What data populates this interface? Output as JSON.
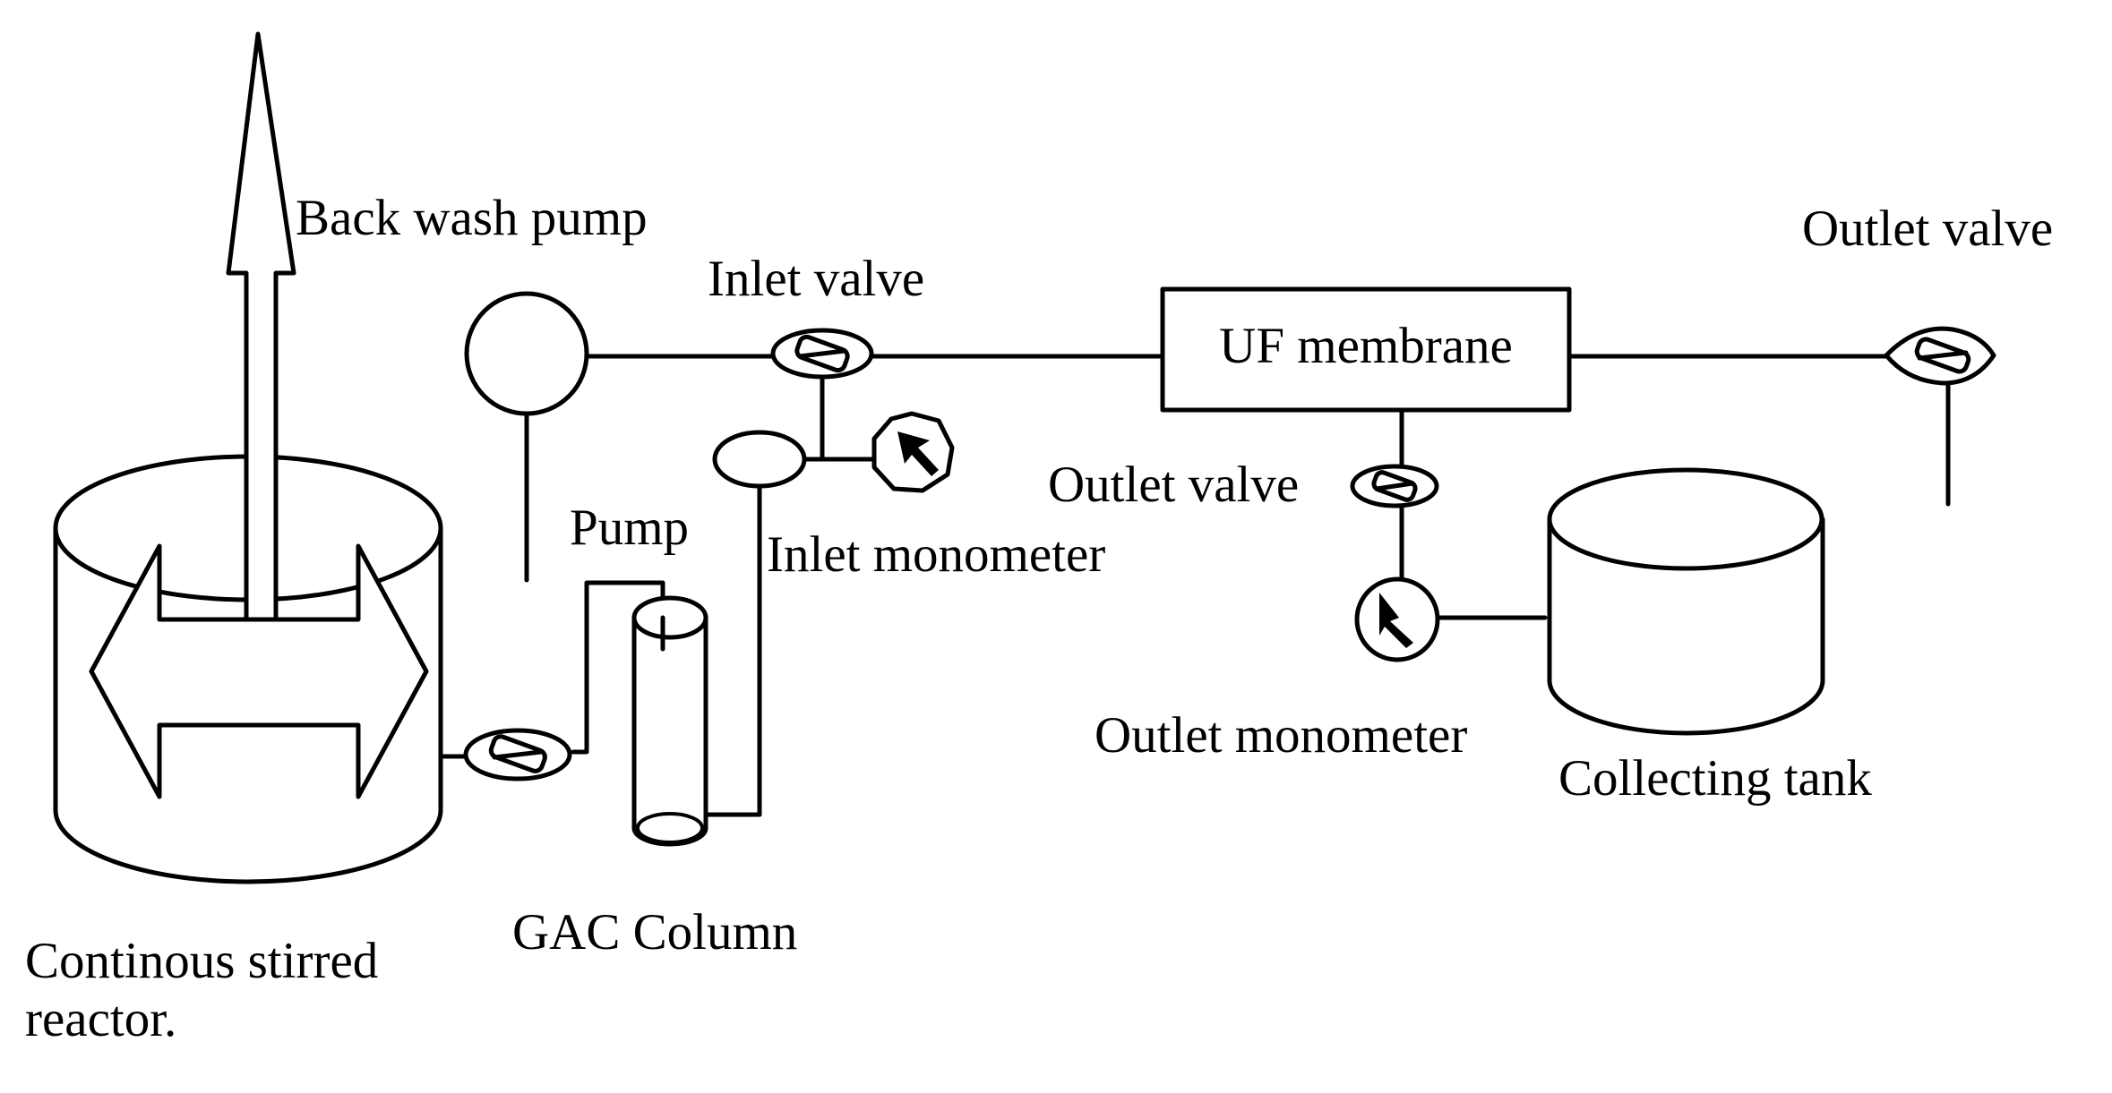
{
  "labels": {
    "back_wash_pump": "Back wash pump",
    "inlet_valve": "Inlet valve",
    "uf_membrane": "UF membrane",
    "outlet_valve_right": "Outlet valve",
    "outlet_valve_middle": "Outlet valve",
    "pump": "Pump",
    "inlet_monometer": "Inlet monometer",
    "outlet_monometer": "Outlet monometer",
    "collecting_tank": "Collecting tank",
    "gac_column": "GAC Column",
    "reactor_line1": "Continous stirred",
    "reactor_line2": "reactor."
  },
  "icons": {
    "valve": "valve-icon",
    "gauge": "pressure-gauge-icon",
    "arrow": "flow-arrow-icon"
  },
  "colors": {
    "line": "#000000",
    "background": "#ffffff"
  }
}
